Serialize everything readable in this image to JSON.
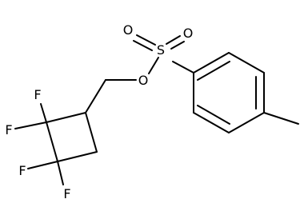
{
  "structure": {
    "atoms": {
      "sulfur": "S",
      "oxygen_top": "O",
      "oxygen_left": "O",
      "oxygen_ester": "O",
      "fluorine_1": "F",
      "fluorine_2": "F",
      "fluorine_3": "F",
      "fluorine_4": "F"
    }
  }
}
